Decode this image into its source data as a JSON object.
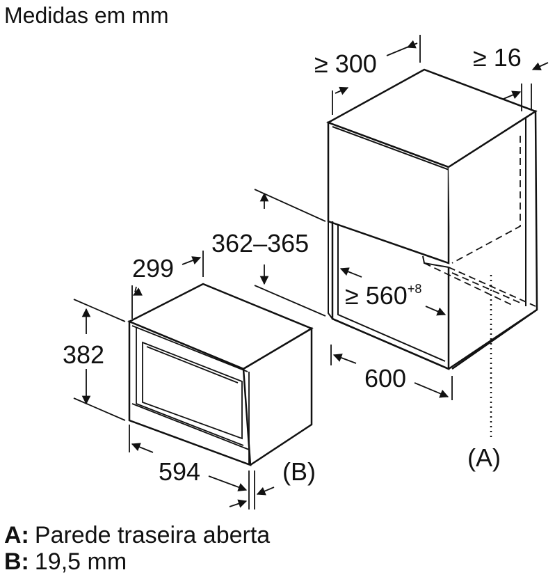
{
  "heading": "Medidas em mm",
  "dimensions": {
    "cabinet_depth": "≥ 300",
    "panel_thickness": "≥ 16",
    "niche_height": "362–365",
    "niche_width": "≥ 560",
    "niche_width_tolerance": "+8",
    "cabinet_width": "600",
    "appliance_depth": "299",
    "appliance_height": "382",
    "appliance_width": "594"
  },
  "callouts": {
    "open_back": "(A)",
    "front_offset": "(B)"
  },
  "legend": [
    {
      "key": "A:",
      "text": "Parede traseira aberta"
    },
    {
      "key": "B:",
      "text": "19,5 mm"
    }
  ]
}
